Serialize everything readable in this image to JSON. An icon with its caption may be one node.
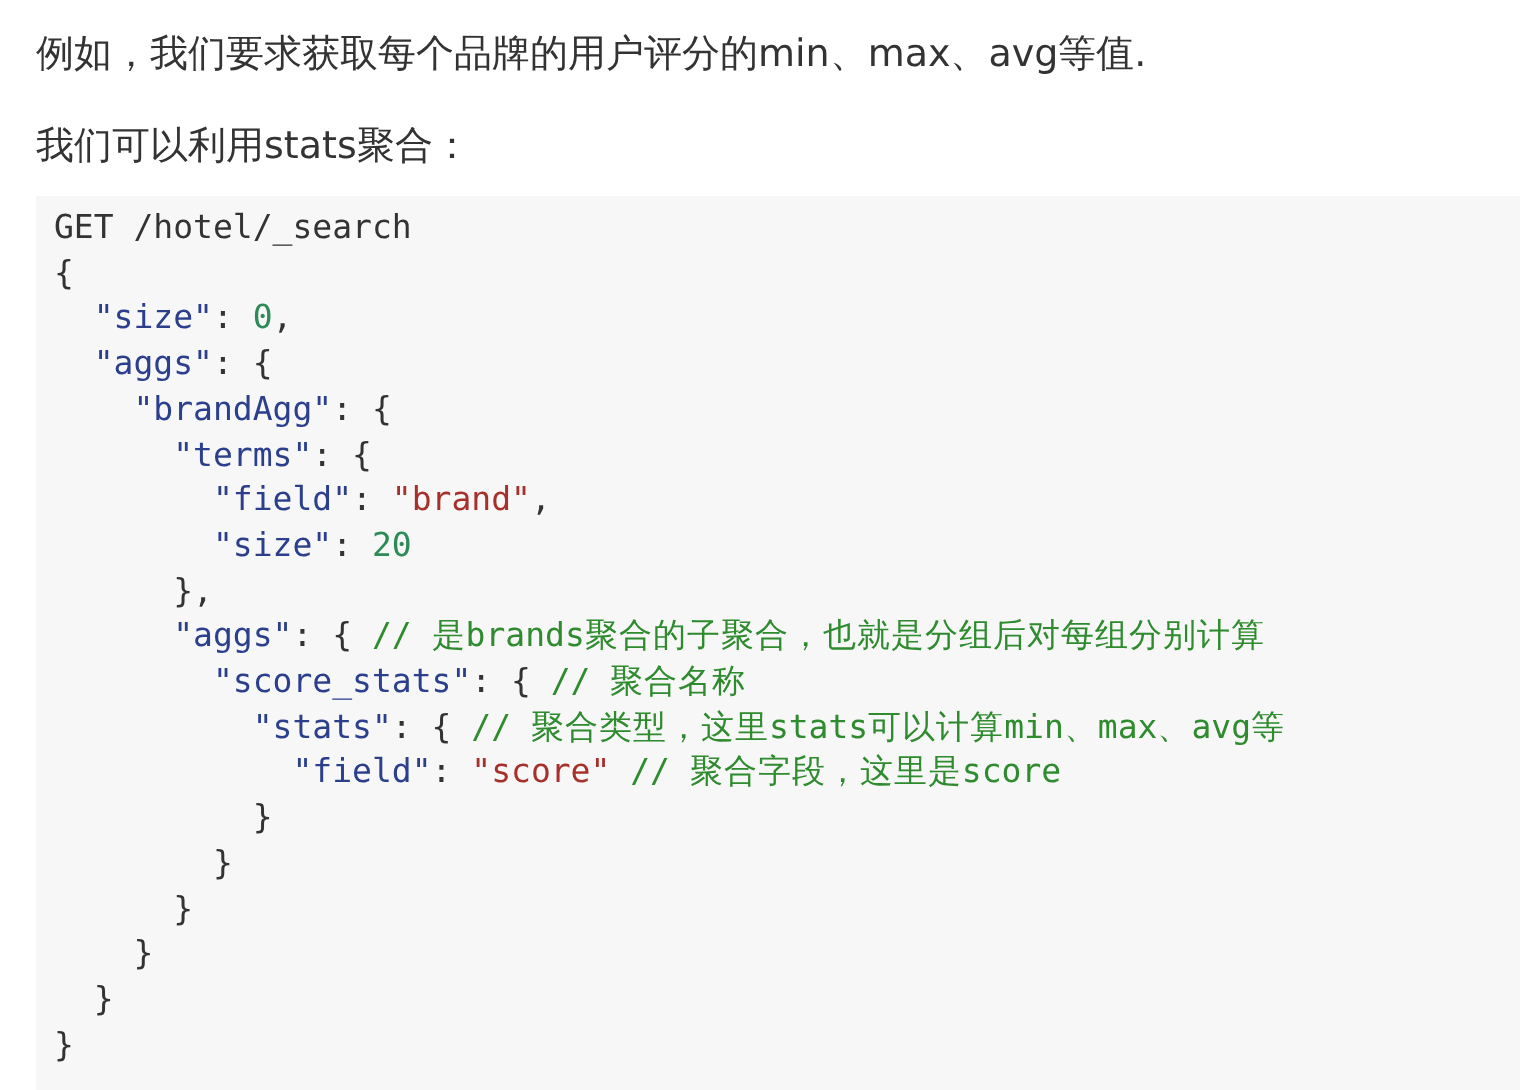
{
  "diagram": {
    "labels": [
      "例如，我们要求获取每个品牌的用户评分的min、max、avg等值.",
      "我们可以利用stats聚合：",
      "GET /hotel/_search",
      "{",
      "  \"size\": 0,",
      "  \"aggs\": {",
      "    \"brandAgg\": {",
      "      \"terms\": {",
      "        \"field\": \"brand\",",
      "        \"size\": 20",
      "      },",
      "      \"aggs\": { // 是brands聚合的子聚合，也就是分组后对每组分别计算",
      "        \"score_stats\": { // 聚合名称",
      "          \"stats\": { // 聚合类型，这里stats可以计算min、max、avg等",
      "            \"field\": \"score\" // 聚合字段，这里是score",
      "          }",
      "        }",
      "      }",
      "    }",
      "  }",
      "}"
    ]
  }
}
